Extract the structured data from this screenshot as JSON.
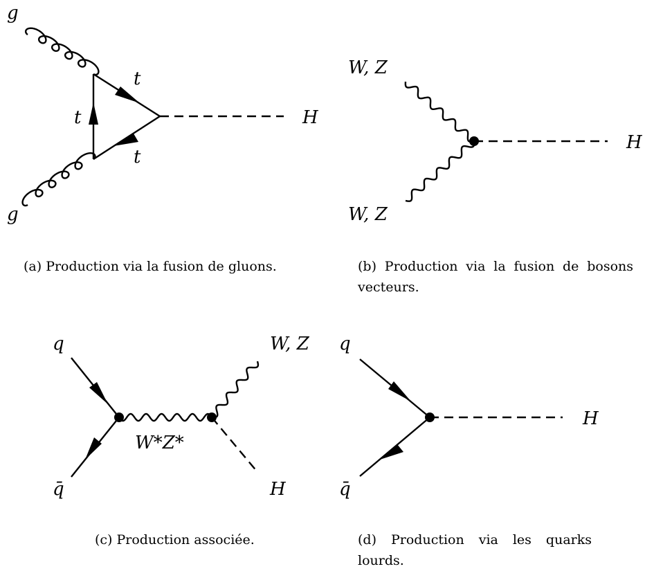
{
  "diagrams": {
    "a": {
      "labels": {
        "g_top": "g",
        "g_bottom": "g",
        "t_upper": "t",
        "t_left": "t",
        "t_lower": "t",
        "h": "H"
      },
      "caption": "(a) Production via la fusion de gluons."
    },
    "b": {
      "labels": {
        "wz_top": "W, Z",
        "wz_bottom": "W, Z",
        "h": "H"
      },
      "caption": "(b) Production via la fusion de bosons vecteurs."
    },
    "c": {
      "labels": {
        "q": "q",
        "qbar": "q̄",
        "propagator": "W*Z*",
        "wz": "W, Z",
        "h": "H"
      },
      "caption": "(c) Production associée."
    },
    "d": {
      "labels": {
        "q": "q",
        "qbar": "q̄",
        "h": "H"
      },
      "caption": "(d) Production via les quarks lourds."
    }
  }
}
